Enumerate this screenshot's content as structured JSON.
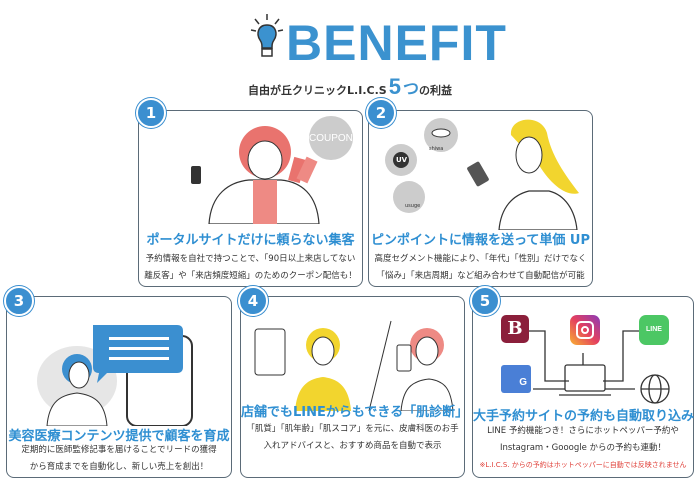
{
  "header": {
    "title": "BENEFIT",
    "subtitle_prefix": "自由が丘クリニックL.I.C.S",
    "subtitle_number": "5",
    "subtitle_tsu": "つ",
    "subtitle_suffix": "の利益",
    "icon": "lightbulb-icon",
    "accent_color": "#3b92cf"
  },
  "cards": [
    {
      "number": "1",
      "title": "ポータルサイトだけに頼らない集客",
      "body": [
        "予約情報を自社で持つことで、「90日以上来店してない",
        "離反客」や「来店頻度短縮」のためのクーポン配信も！"
      ],
      "illustration_label": "COUPON"
    },
    {
      "number": "2",
      "title": "ピンポイントに情報を送って単価 UP",
      "body": [
        "高度セグメント機能により、「年代」「性別」だけでなく",
        "「悩み」「来店周期」など組み合わせて自動配信が可能"
      ],
      "bubbles": [
        "shiwa",
        "UV",
        "usuge"
      ]
    },
    {
      "number": "3",
      "title": "美容医療コンテンツ提供で顧客を育成",
      "body": [
        "定期的に医師監修記事を届けることでリードの獲得",
        "から育成までを自動化し、新しい売上を創出！"
      ]
    },
    {
      "number": "4",
      "title": "店舗でもLINEからもできる「肌診断」",
      "body": [
        "「肌質」「肌年齢」「肌スコア」を元に、皮膚科医のお手",
        "入れアドバイスと、おすすめ商品を自動で表示"
      ]
    },
    {
      "number": "5",
      "title": "大手予約サイトの予約も自動取り込み",
      "body": [
        "LINE 予約機能つき！さらにホットペッパー予約や",
        "Instagram・Gooogle からの予約も連動！"
      ],
      "note": "※L.I.C.S. からの予約はホットペッパーに自動では反映されません",
      "services": [
        "B",
        "Instagram",
        "LINE",
        "G",
        "web"
      ],
      "note_color": "#e0413a"
    }
  ]
}
